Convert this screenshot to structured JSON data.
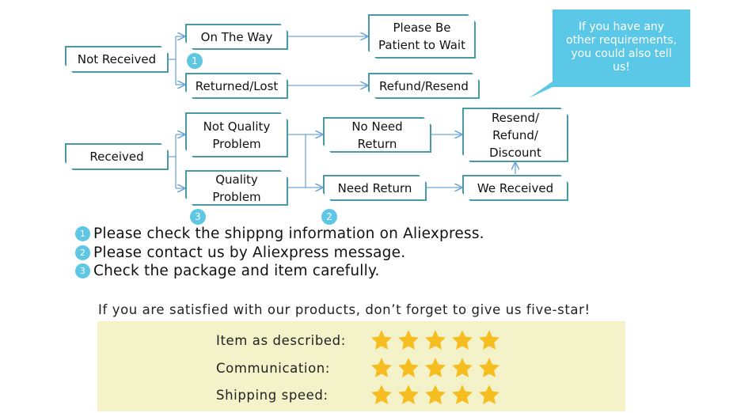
{
  "nodes": {
    "not_received": "Not Received",
    "on_the_way": "On The Way",
    "returned_lost": "Returned/Lost",
    "patient": "Please Be\nPatient to Wait",
    "refund_resend": "Refund/Resend",
    "received": "Received",
    "not_quality": "Not Quality\nProblem",
    "quality": "Quality\nProblem",
    "no_need_return": "No Need\nReturn",
    "need_return": "Need Return",
    "resend_refund_discount": "Resend/\nRefund/\nDiscount",
    "we_received": "We Received"
  },
  "badges": {
    "one": "1",
    "two": "2",
    "three": "3"
  },
  "bubble": "If you have any\nother requirements,\nyou could also tell\nus!",
  "notes": [
    {
      "num": "1",
      "text": "Please check the shippng information on Aliexpress."
    },
    {
      "num": "2",
      "text": "Please contact us by Aliexpress message."
    },
    {
      "num": "3",
      "text": "Check the package and item carefully."
    }
  ],
  "satisfied_text": "If you are satisfied with our products, don’t forget to give us five-star!",
  "ratings": [
    {
      "label": "Item as described:",
      "stars": 5
    },
    {
      "label": "Communication:",
      "stars": 5
    },
    {
      "label": "Shipping speed:",
      "stars": 5
    }
  ],
  "colors": {
    "border": "#4a9aa6",
    "arrow": "#6fa8d6",
    "badge": "#5fc6e3",
    "bubble": "#5ac8e6",
    "rating_bg": "#f3f2c9",
    "star": "#f5bd1f"
  }
}
